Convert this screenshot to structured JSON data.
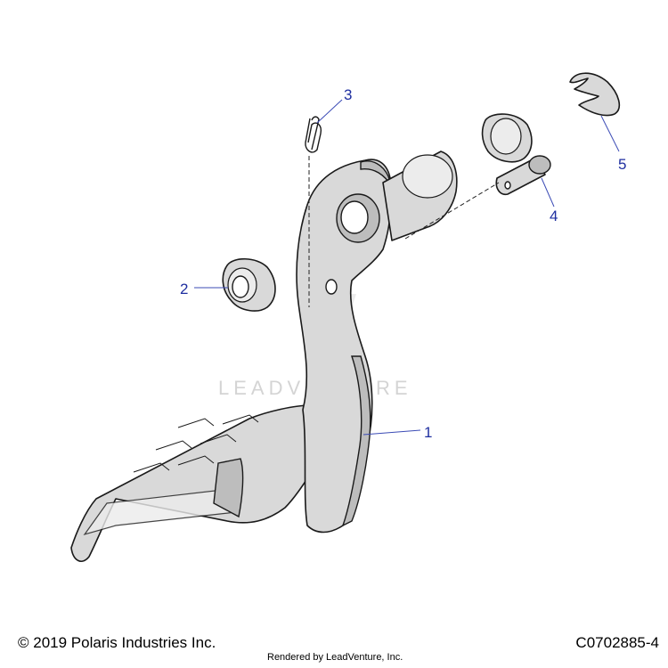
{
  "callouts": [
    {
      "num": "1",
      "part": "brake-pedal"
    },
    {
      "num": "2",
      "part": "bushing"
    },
    {
      "num": "3",
      "part": "hair-pin-clip"
    },
    {
      "num": "4",
      "part": "clevis-pin"
    },
    {
      "num": "5",
      "part": "e-clip"
    }
  ],
  "watermark": "LEADVENTURE",
  "footer": {
    "copyright": "© 2019 Polaris Industries Inc.",
    "rendered_by": "Rendered by LeadVenture, Inc.",
    "diagram_code": "C0702885-4"
  },
  "colors": {
    "callout_text": "#1f2fa0",
    "callout_line": "#3b4bb5",
    "part_fill": "#d9d9d9"
  }
}
